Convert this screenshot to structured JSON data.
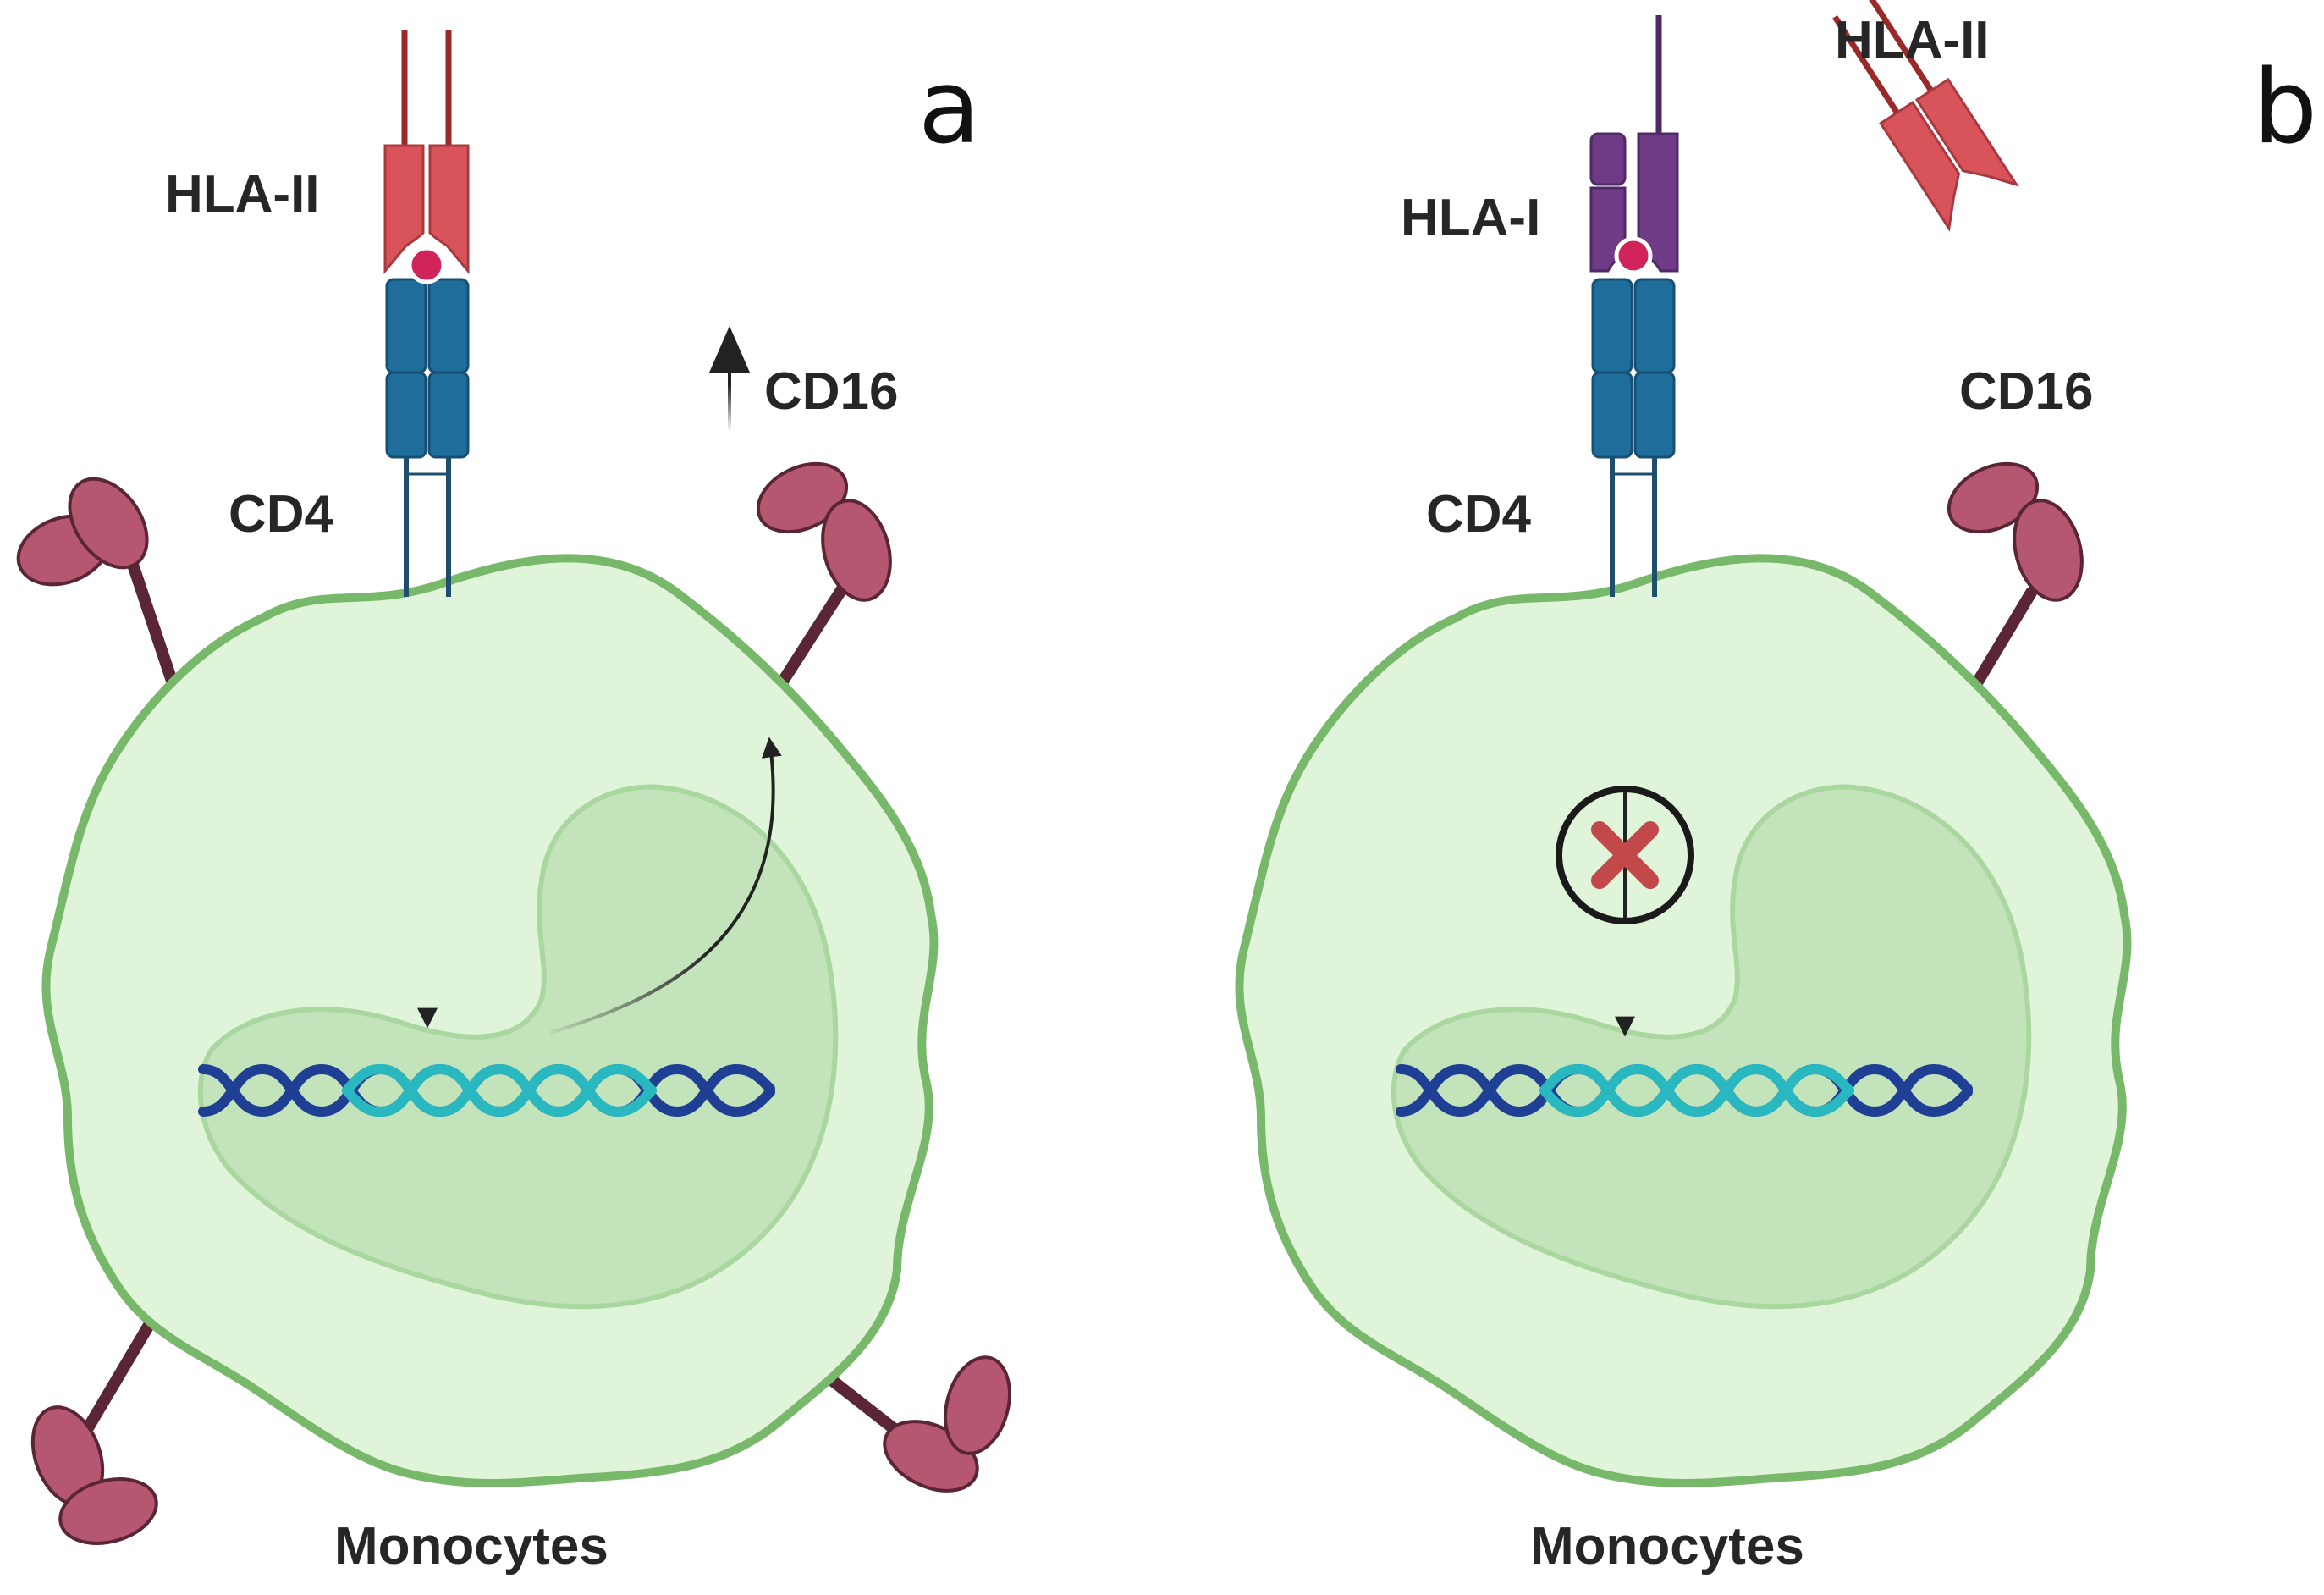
{
  "panels": [
    {
      "letter": "a",
      "labels": {
        "complex_hla": "HLA-II",
        "cd4": "CD4",
        "cd16": "CD16",
        "cell": "Monocytes"
      },
      "cd16_upregulated": true,
      "signal_blocked": false
    },
    {
      "letter": "b",
      "labels": {
        "complex_hla": "HLA-I",
        "free_hla": "HLA-II",
        "cd4": "CD4",
        "cd16": "CD16",
        "cell": "Monocytes"
      },
      "cd16_upregulated": false,
      "signal_blocked": true
    }
  ],
  "colors": {
    "cell_fill": "#dff4d9",
    "cell_outline": "#78b86a",
    "nucleus_fill": "#c3e3bb",
    "nucleus_outline": "#a9d79f",
    "hla_ii": "#d9545a",
    "hla_i": "#6f3a86",
    "cd4": "#1f6d9a",
    "cd16": "#b55770",
    "cd16_stalk": "#5a2535",
    "dna_dark": "#1f3f95",
    "dna_light": "#2ab8c0",
    "block_mark": "#c2484a",
    "arrow": "#222222"
  },
  "icons": {
    "up_arrow": "up-arrow-icon",
    "block": "blocked-signal-icon"
  }
}
